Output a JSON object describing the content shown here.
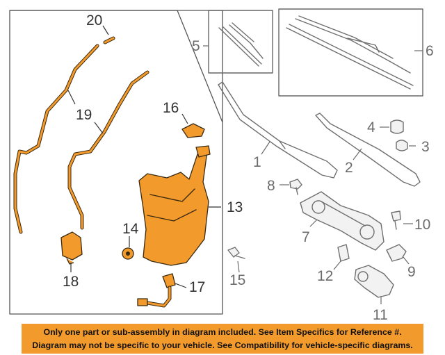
{
  "callouts": {
    "c1": "1",
    "c2": "2",
    "c3": "3",
    "c4": "4",
    "c5": "5",
    "c6": "6",
    "c7": "7",
    "c8": "8",
    "c9": "9",
    "c10": "10",
    "c11": "11",
    "c12": "12",
    "c13": "13",
    "c14": "14",
    "c15": "15",
    "c16": "16",
    "c17": "17",
    "c18": "18",
    "c19": "19",
    "c20": "20"
  },
  "banner": {
    "line1": "Only one part or sub-assembly in diagram included. See Item Specifics for Reference #.",
    "line2": "Diagram may not be specific to your vehicle. See Compatibility for vehicle-specific diagrams."
  },
  "colors": {
    "highlight": "#f39a2c",
    "outline": "#3a2a10",
    "gray_part": "#6f6f6f",
    "banner_bg": "#f39a2c"
  }
}
